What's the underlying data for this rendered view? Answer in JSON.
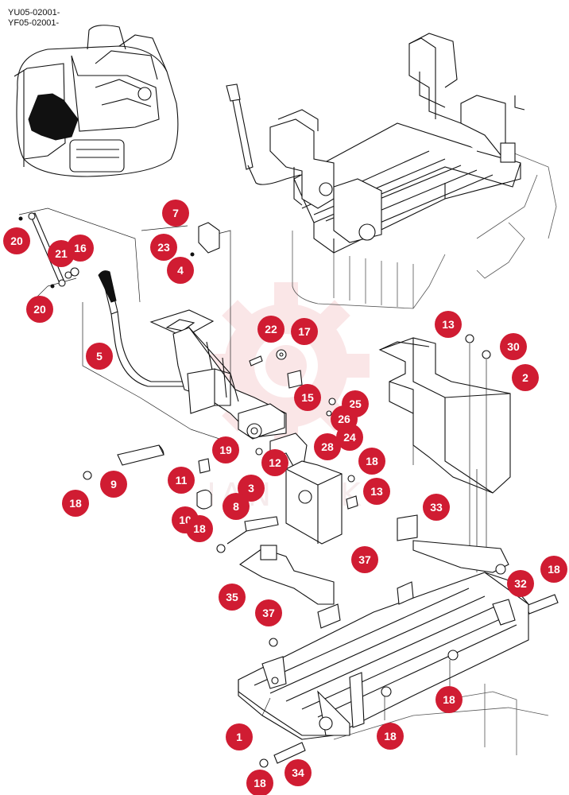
{
  "model_codes": [
    "YU05-02001-",
    "YF05-02001-"
  ],
  "watermark": "IAN TEK",
  "colors": {
    "callout": "#d01c32",
    "callout_text": "#ffffff",
    "line": "#111111",
    "watermark": "#f2b8bd"
  },
  "callouts": [
    {
      "label": "1"
    },
    {
      "label": "2"
    },
    {
      "label": "3"
    },
    {
      "label": "4"
    },
    {
      "label": "5"
    },
    {
      "label": "7"
    },
    {
      "label": "8"
    },
    {
      "label": "9"
    },
    {
      "label": "10"
    },
    {
      "label": "11"
    },
    {
      "label": "12"
    },
    {
      "label": "13"
    },
    {
      "label": "13"
    },
    {
      "label": "15"
    },
    {
      "label": "16"
    },
    {
      "label": "17"
    },
    {
      "label": "18"
    },
    {
      "label": "18"
    },
    {
      "label": "18"
    },
    {
      "label": "18"
    },
    {
      "label": "18"
    },
    {
      "label": "18"
    },
    {
      "label": "18"
    },
    {
      "label": "19"
    },
    {
      "label": "20"
    },
    {
      "label": "20"
    },
    {
      "label": "21"
    },
    {
      "label": "22"
    },
    {
      "label": "23"
    },
    {
      "label": "24"
    },
    {
      "label": "25"
    },
    {
      "label": "26"
    },
    {
      "label": "28"
    },
    {
      "label": "30"
    },
    {
      "label": "32"
    },
    {
      "label": "33"
    },
    {
      "label": "34"
    },
    {
      "label": "35"
    },
    {
      "label": "37"
    },
    {
      "label": "37"
    }
  ]
}
